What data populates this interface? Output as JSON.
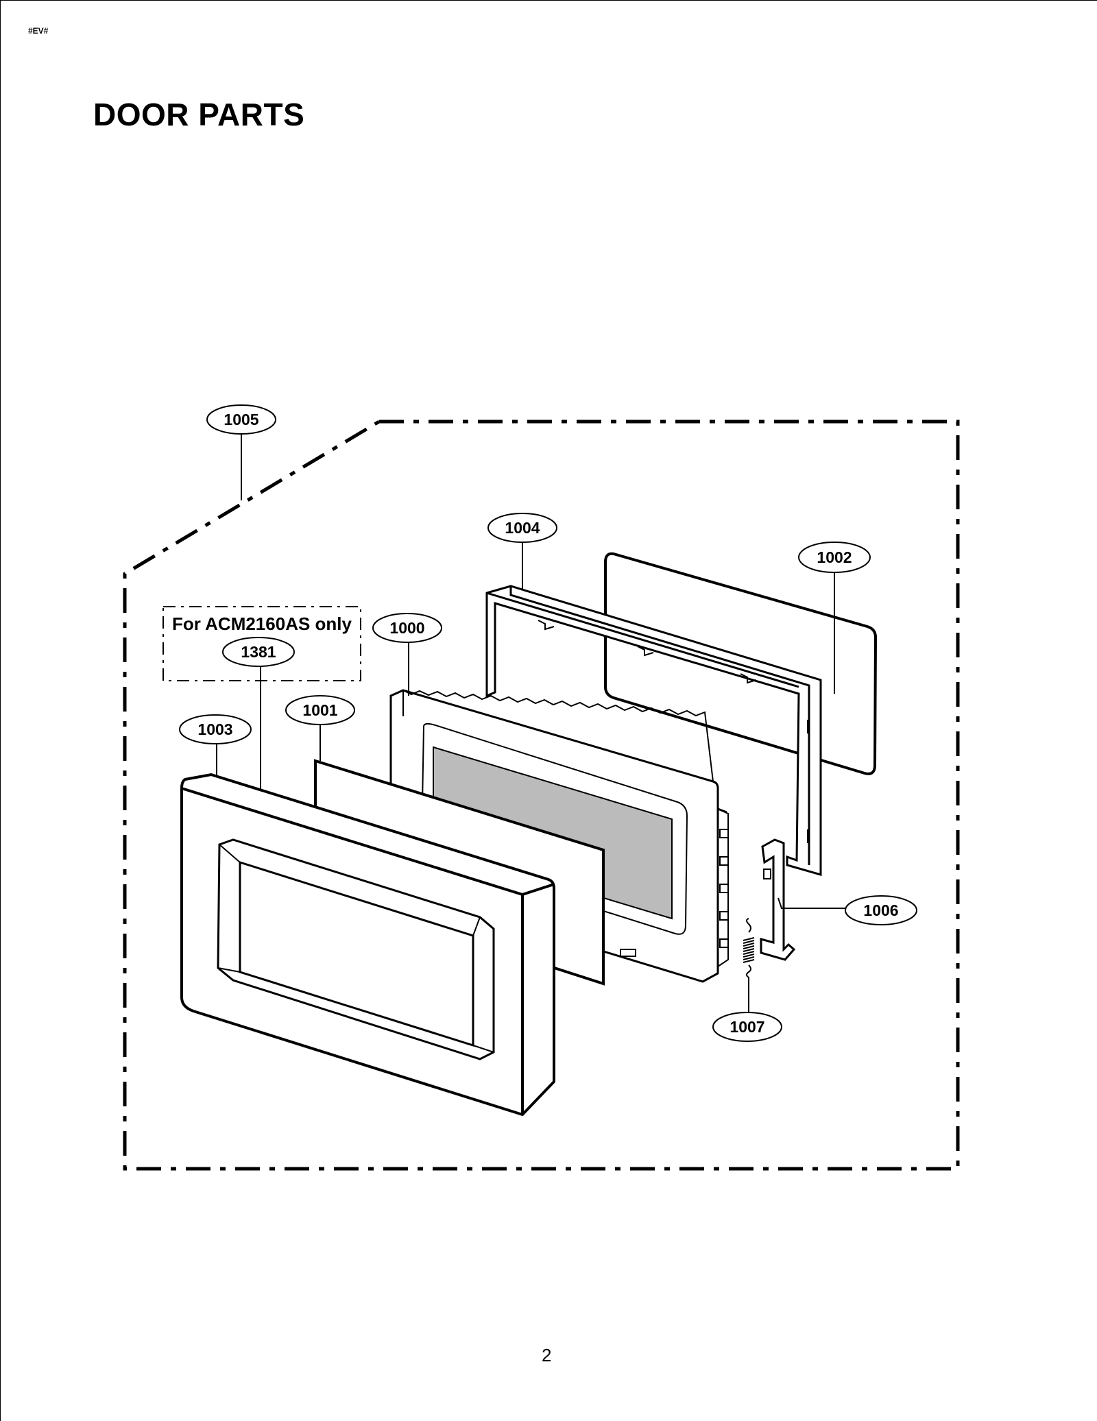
{
  "header": {
    "doc_code": "#EV#"
  },
  "title": "DOOR PARTS",
  "note": "For ACM2160AS only",
  "callouts": {
    "c1005": "1005",
    "c1004": "1004",
    "c1002": "1002",
    "c1000": "1000",
    "c1381": "1381",
    "c1001": "1001",
    "c1003": "1003",
    "c1006": "1006",
    "c1007": "1007"
  },
  "footer": {
    "page_number": "2"
  }
}
